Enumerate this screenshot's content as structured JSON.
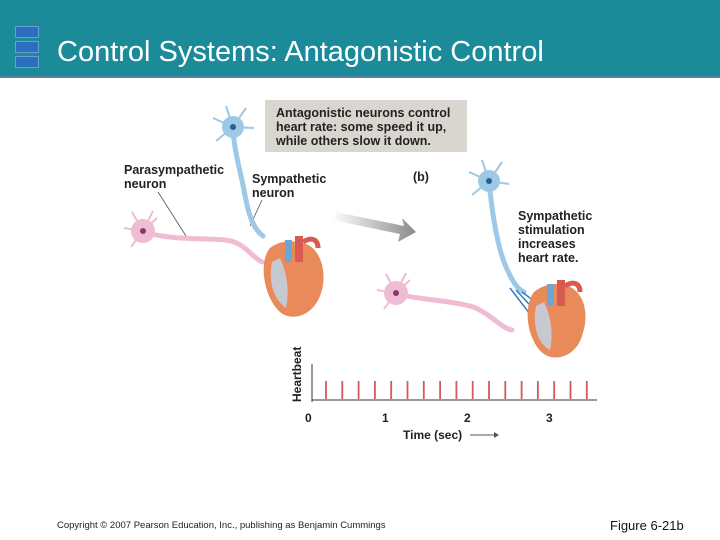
{
  "slide": {
    "title": "Control Systems: Antagonistic Control",
    "caption": "Antagonistic neurons control\nheart rate: some speed it up,\nwhile others slow it down.",
    "panel_label": "(b)"
  },
  "labels": {
    "parasympathetic": "Parasympathetic\nneuron",
    "sympathetic": "Sympathetic\nneuron",
    "stimulation": "Sympathetic\nstimulation\nincreases\nheart rate."
  },
  "graph": {
    "ylabel": "Heartbeat",
    "xlabel": "Time (sec)",
    "ticks": [
      "0",
      "1",
      "2",
      "3"
    ]
  },
  "footer": {
    "copyright": "Copyright © 2007 Pearson Education, Inc., publishing as Benjamin Cummings",
    "figure": "Figure 6-21b"
  },
  "colors": {
    "header": "#1b8a99",
    "sympathetic_neuron": "#9dc8e6",
    "parasympathetic_neuron": "#f0bcd4",
    "heart": "#e98a5a",
    "beat_marks": "#d45a5a"
  }
}
